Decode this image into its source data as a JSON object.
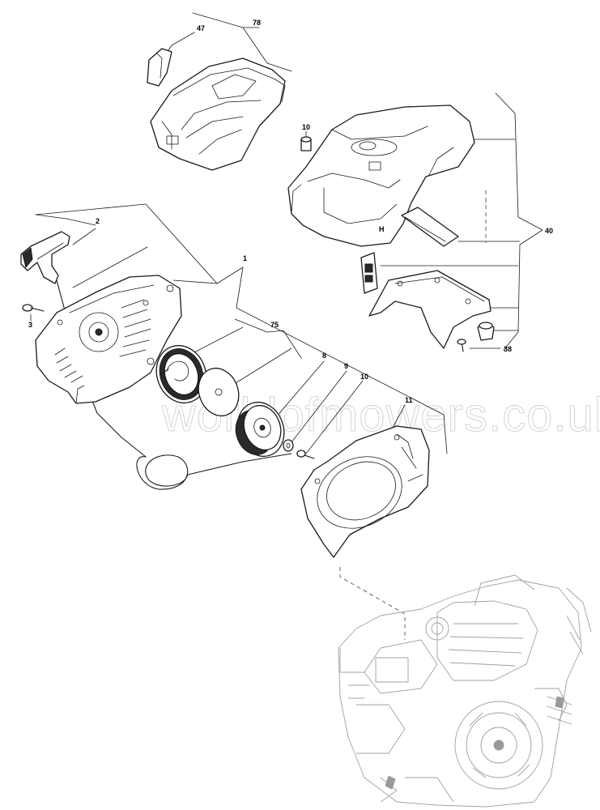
{
  "diagram": {
    "watermark": "worldofmowers.co.uk",
    "callouts": [
      {
        "id": "c78",
        "text": "78"
      },
      {
        "id": "c47",
        "text": "47"
      },
      {
        "id": "c10a",
        "text": "10"
      },
      {
        "id": "c40",
        "text": "40"
      },
      {
        "id": "c2",
        "text": "2"
      },
      {
        "id": "c1",
        "text": "1"
      },
      {
        "id": "c3",
        "text": "3"
      },
      {
        "id": "c75",
        "text": "75"
      },
      {
        "id": "c8",
        "text": "8"
      },
      {
        "id": "c9",
        "text": "9"
      },
      {
        "id": "c10b",
        "text": "10"
      },
      {
        "id": "c11",
        "text": "11"
      },
      {
        "id": "c38",
        "text": "38"
      }
    ]
  }
}
